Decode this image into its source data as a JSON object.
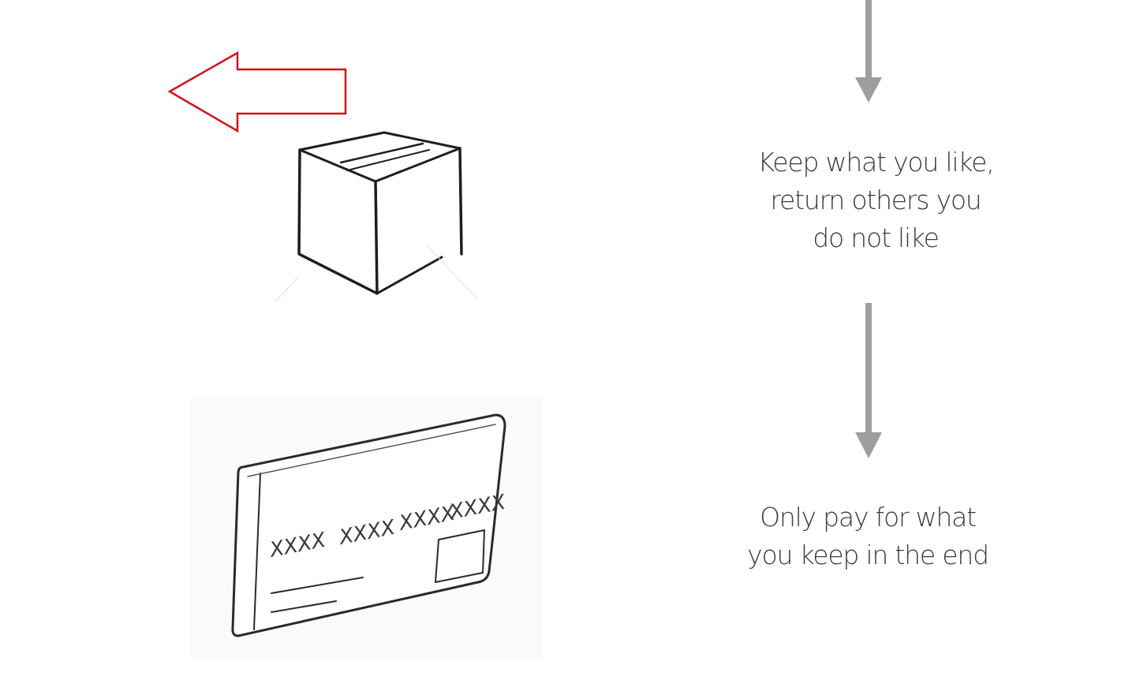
{
  "steps": {
    "keep": {
      "lines": [
        "Keep what you like,",
        "return others you",
        "do not like"
      ]
    },
    "pay": {
      "lines": [
        "Only pay for what",
        "you keep in the end"
      ]
    }
  },
  "card": {
    "number_groups": [
      "XXXX",
      "XXXX",
      "XXXX",
      "XXXX"
    ]
  },
  "colors": {
    "flow_arrow": "#9e9e9e",
    "return_arrow": "#d0121b",
    "sketch_ink": "#1e1e1e",
    "text": "#3c3c3c"
  },
  "icons": {
    "return": "return-arrow-icon",
    "package": "package-box-icon",
    "payment": "credit-card-icon"
  }
}
